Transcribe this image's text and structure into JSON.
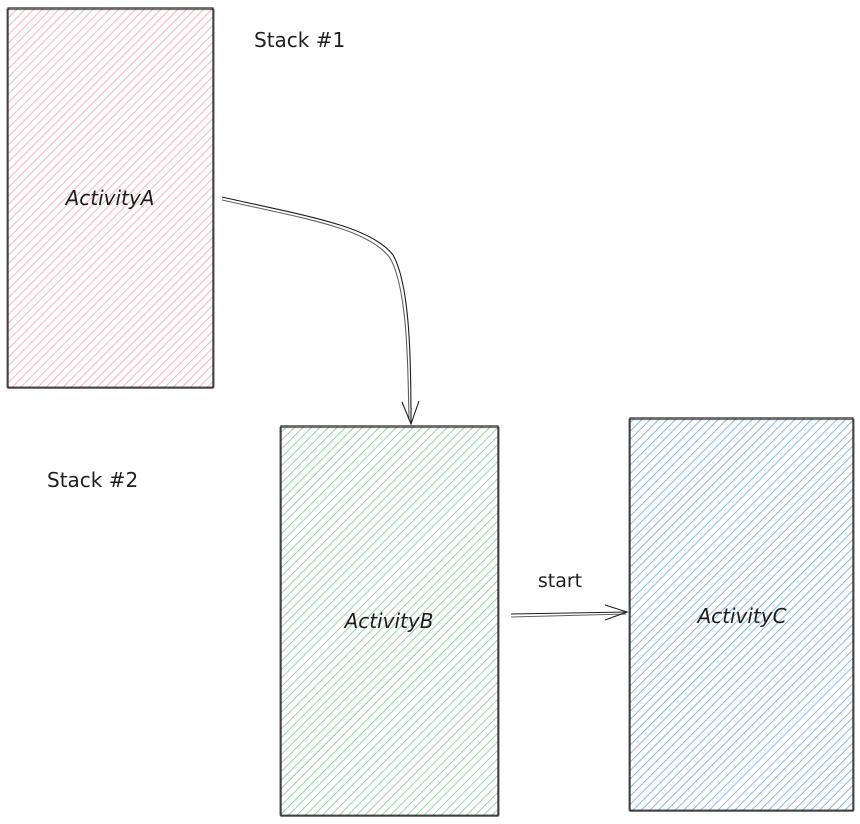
{
  "stacks": [
    {
      "label": "Stack #1"
    },
    {
      "label": "Stack #2"
    }
  ],
  "activities": [
    {
      "id": "a",
      "label": "ActivityA",
      "fill": "#f5a3a8"
    },
    {
      "id": "b",
      "label": "ActivityB",
      "fill": "#7ec98a"
    },
    {
      "id": "c",
      "label": "ActivityC",
      "fill": "#6fa8dc"
    }
  ],
  "edges": [
    {
      "from": "ActivityA",
      "to": "ActivityB",
      "label": ""
    },
    {
      "from": "ActivityB",
      "to": "ActivityC",
      "label": "start"
    }
  ]
}
